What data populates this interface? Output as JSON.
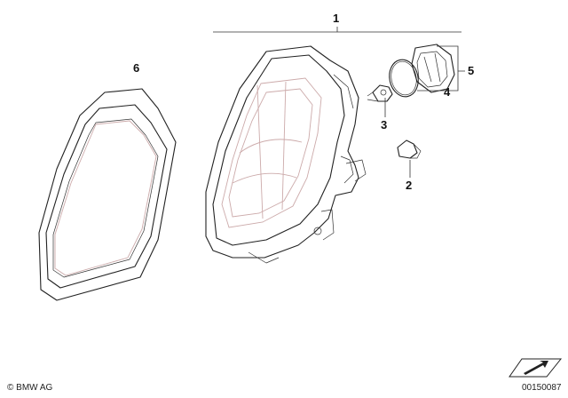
{
  "callouts": {
    "c1": "1",
    "c2": "2",
    "c3": "3",
    "c4": "4",
    "c5": "5",
    "c6": "6"
  },
  "footer": {
    "brand": "BMW AG",
    "copyright_symbol": "©",
    "diagram_number": "00150087"
  },
  "colors": {
    "line": "#222222",
    "inner_lens_tint": "#ccaaaa"
  }
}
